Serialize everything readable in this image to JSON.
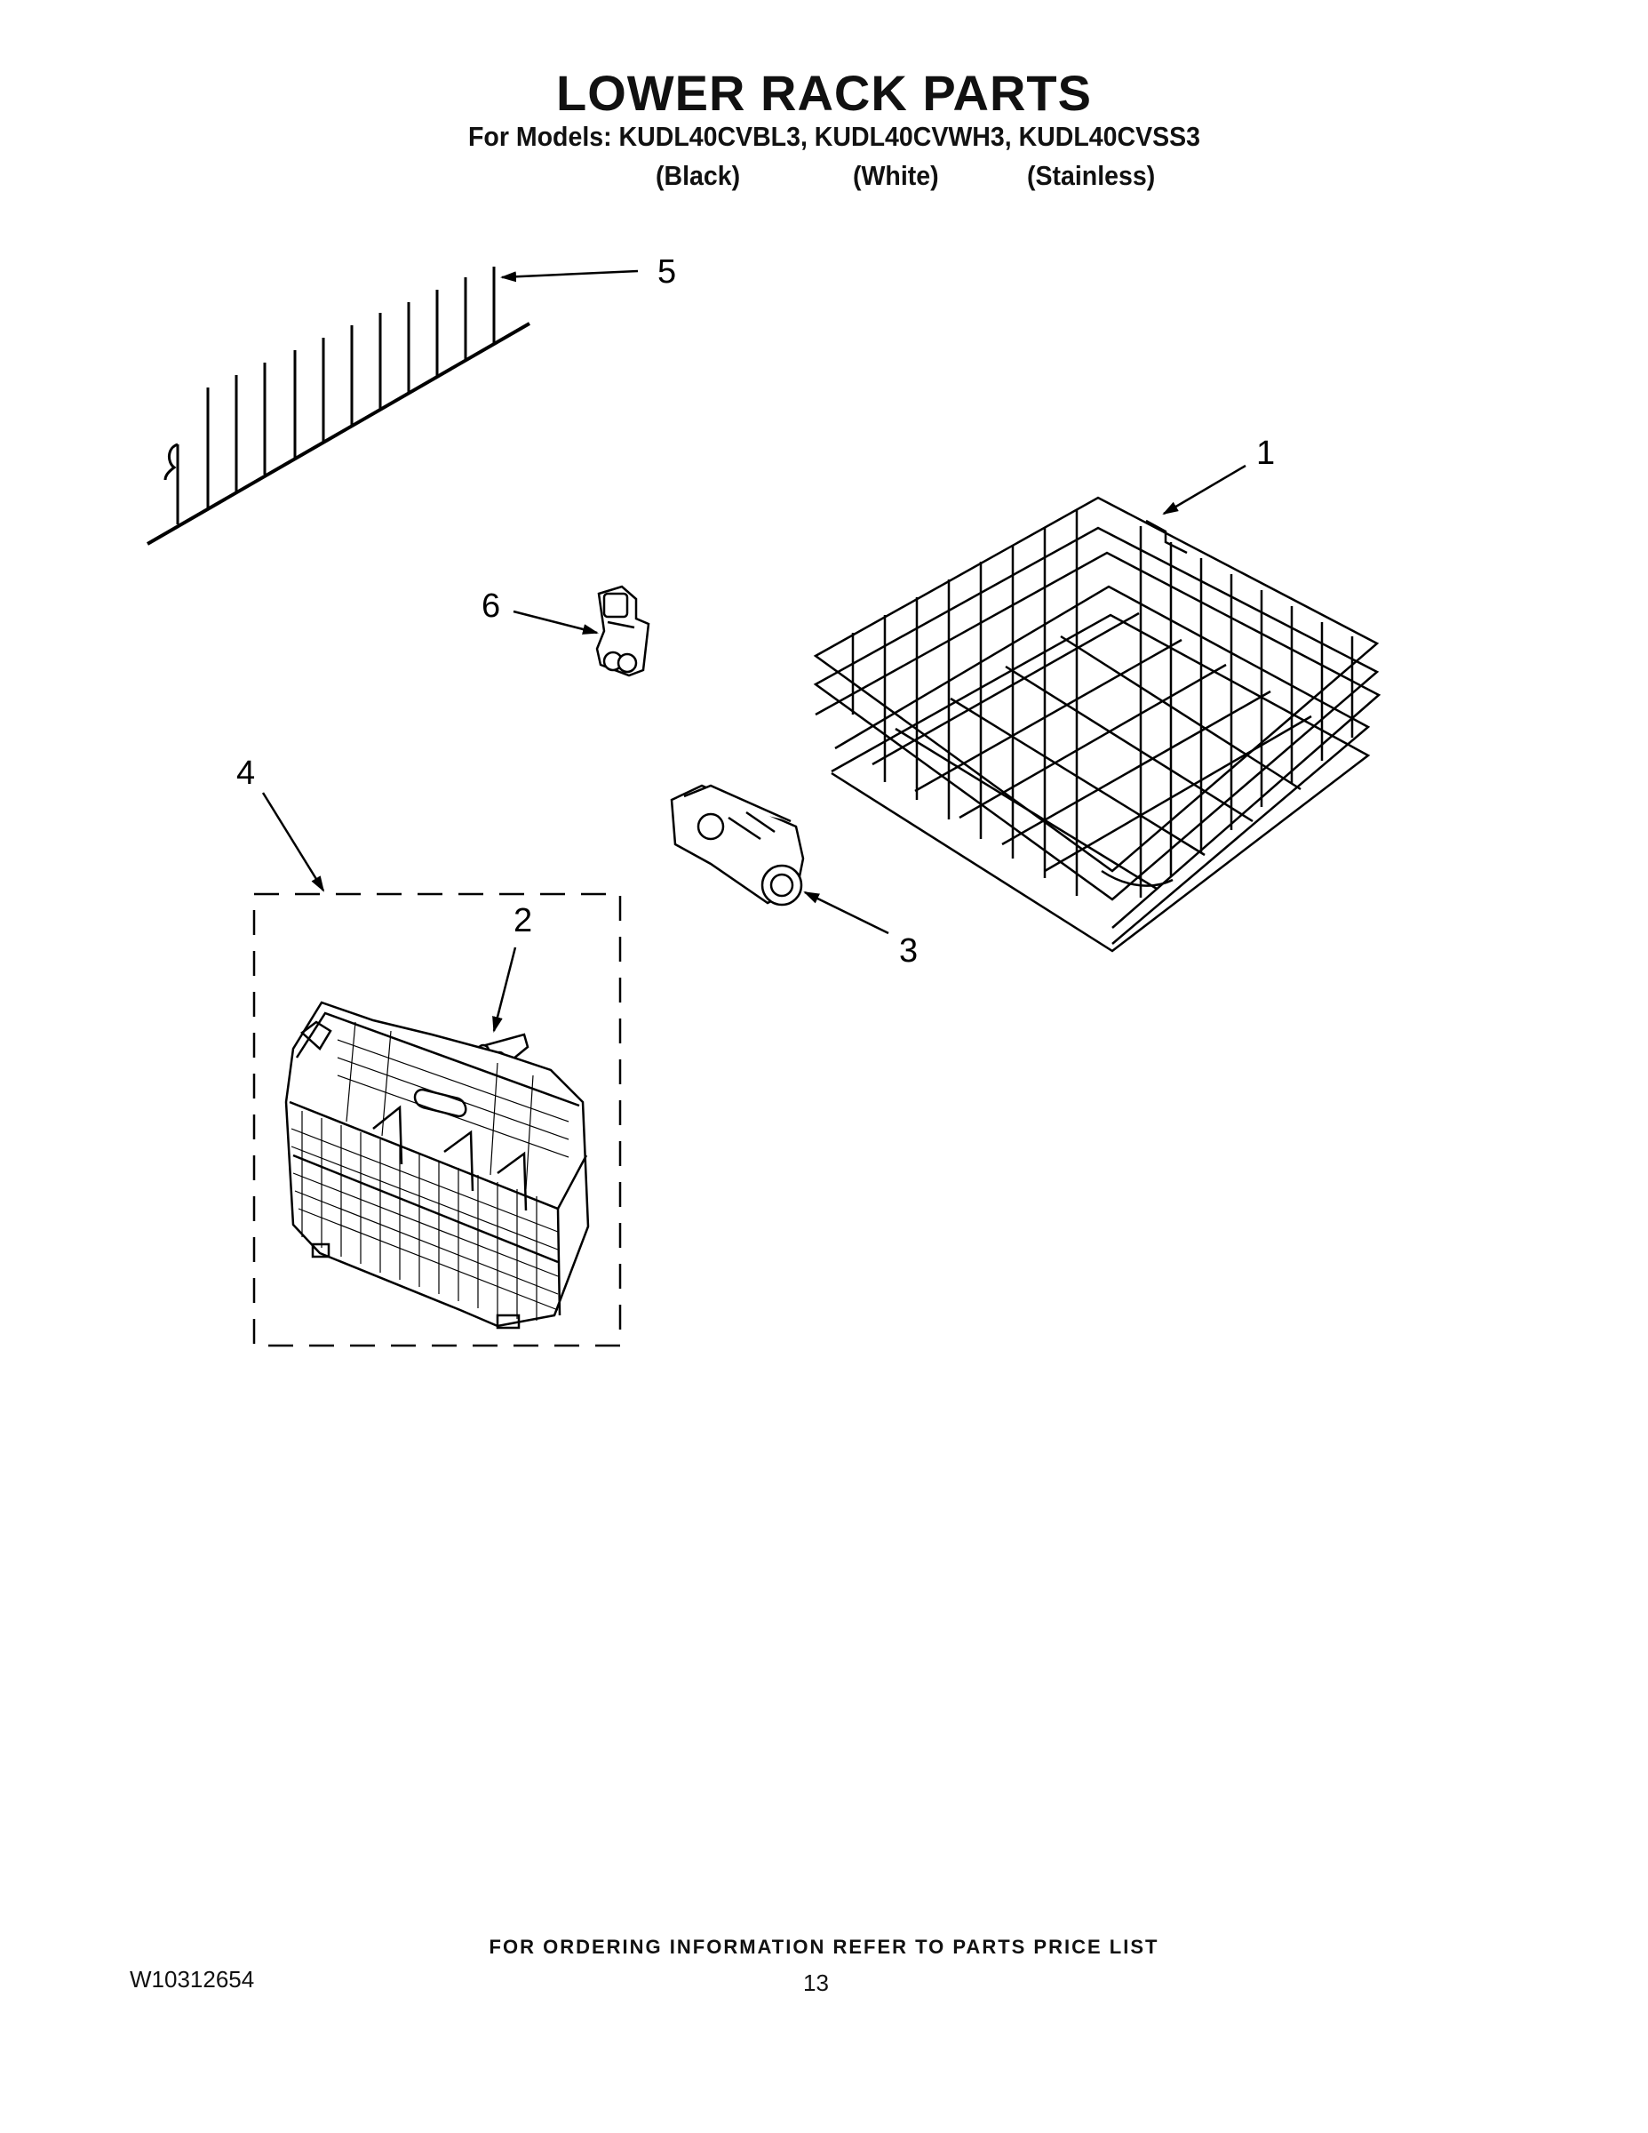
{
  "header": {
    "title": "LOWER RACK PARTS",
    "models_line": "For Models: KUDL40CVBL3, KUDL40CVWH3, KUDL40CVSS3",
    "colors": [
      "(Black)",
      "(White)",
      "(Stainless)"
    ]
  },
  "callouts": [
    "1",
    "2",
    "3",
    "4",
    "5",
    "6"
  ],
  "footer": {
    "ordering_note": "FOR ORDERING INFORMATION REFER TO PARTS PRICE LIST",
    "document_number": "W10312654",
    "page_number": "13"
  }
}
